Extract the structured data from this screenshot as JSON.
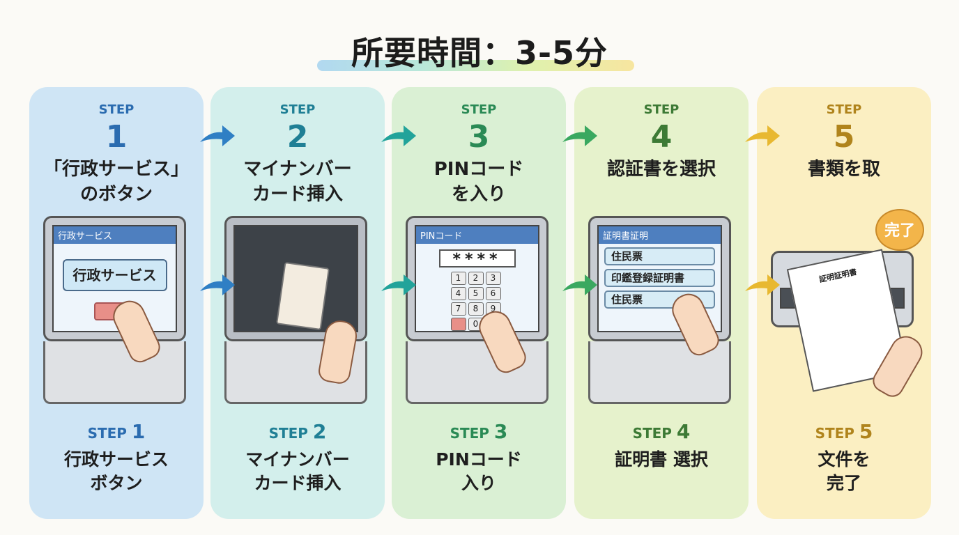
{
  "title": "所要時間：3-5分",
  "steps": [
    {
      "label": "STEP",
      "num": "1",
      "heading": [
        "「行政サービス」",
        "のボタン"
      ],
      "bottom_label": "STEP",
      "bottom_num": "1",
      "bottom_text": [
        "行政サービス",
        "ボタン"
      ],
      "color": "#2b6cb0",
      "bg": "#cfe5f5",
      "screen": {
        "title": "行政サービス",
        "button": "行政サービス"
      }
    },
    {
      "label": "STEP",
      "num": "2",
      "heading": [
        "マイナンバー",
        "カード挿入"
      ],
      "bottom_label": "STEP",
      "bottom_num": "2",
      "bottom_text": [
        "マイナンバー",
        "カード挿入"
      ],
      "color": "#1f7f95",
      "bg": "#d3efec"
    },
    {
      "label": "STEP",
      "num": "3",
      "heading": [
        "PINコード",
        "を入り"
      ],
      "bottom_label": "STEP",
      "bottom_num": "3",
      "bottom_text": [
        "PINコード",
        "入り"
      ],
      "color": "#2a8a55",
      "bg": "#daf0d4",
      "screen": {
        "title": "PINコード",
        "pin": "****",
        "keys": [
          "1",
          "2",
          "3",
          "4",
          "5",
          "6",
          "7",
          "8",
          "9",
          "",
          "0",
          ""
        ]
      }
    },
    {
      "label": "STEP",
      "num": "4",
      "heading": [
        "認証書を選択",
        ""
      ],
      "bottom_label": "STEP",
      "bottom_num": "4",
      "bottom_text": [
        "証明書 選択",
        ""
      ],
      "color": "#3d7a35",
      "bg": "#e6f2cc",
      "screen": {
        "title": "証明書証明",
        "items": [
          "住民票",
          "印鑑登録証明書",
          "住民票"
        ]
      }
    },
    {
      "label": "STEP",
      "num": "5",
      "heading": [
        "書類を取",
        ""
      ],
      "bottom_label": "STEP",
      "bottom_num": "5",
      "bottom_text": [
        "文件を",
        "完了"
      ],
      "color": "#b0841c",
      "bg": "#fbefc2",
      "paper_title": "証明証明書",
      "bubble": "完了"
    }
  ],
  "arrow_colors": [
    "#2f7fc4",
    "#22a39a",
    "#3aa860",
    "#e8b830"
  ]
}
